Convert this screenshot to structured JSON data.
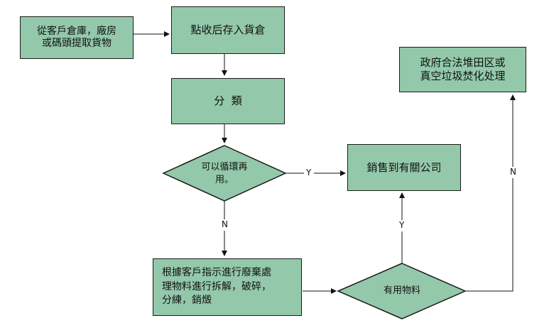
{
  "nodes": {
    "pickup": "從客戶倉庫，廠房\n或碼頭提取貨物",
    "receive": "點收后存入貨倉",
    "classify": "分  類",
    "recyclable": "可以循環再\n用。",
    "sell": "銷售到有關公司",
    "landfill": "政府合法堆田区或\n真空垃圾焚化处理",
    "process": "根據客戶指示進行廢棄處\n理物料進行拆解，破碎，\n分練，銷燬",
    "useful": "有用物料"
  },
  "labels": {
    "yes1": "Y",
    "no1": "N",
    "yes2": "Y",
    "no2": "N"
  },
  "colors": {
    "fill": "#93c9aa",
    "stroke": "#1a1a1a"
  }
}
